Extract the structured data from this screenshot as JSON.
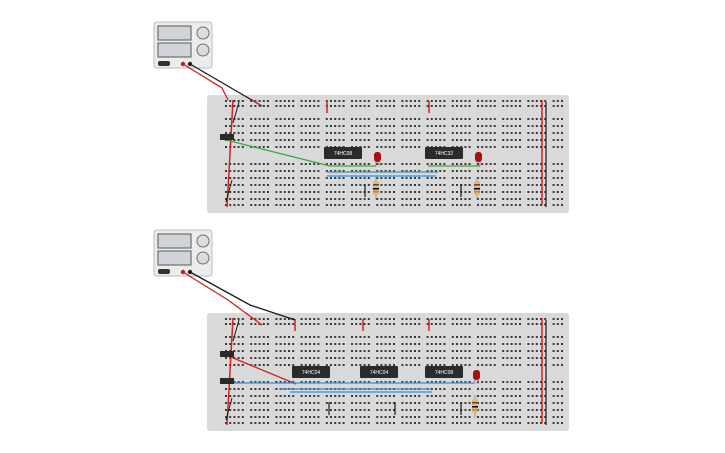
{
  "circuits": [
    {
      "id": "top",
      "chips": [
        {
          "label": "74HC08"
        },
        {
          "label": "74HC32"
        }
      ],
      "leds": [
        {
          "color": "red"
        },
        {
          "color": "red"
        }
      ],
      "switches": 1
    },
    {
      "id": "bottom",
      "chips": [
        {
          "label": "74HC04"
        },
        {
          "label": "74HC04"
        },
        {
          "label": "74HC08"
        }
      ],
      "leds": [
        {
          "color": "red"
        }
      ],
      "switches": 2
    }
  ],
  "colors": {
    "breadboard": "#d9d9d9",
    "hole": "#3a3a3a",
    "rail_red": "#d42020",
    "wire_red": "#d42020",
    "wire_black": "#1a1a1a",
    "wire_green": "#3aa63a",
    "wire_blue": "#3a8fd0",
    "chip": "#2b2b2b",
    "led": "#a81010",
    "resistor": "#d9b98a",
    "psu_body": "#e9e9e9"
  }
}
